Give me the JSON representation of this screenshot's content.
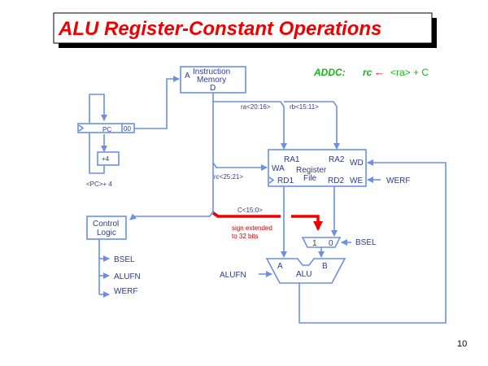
{
  "title": "ALU Register-Constant Operations",
  "page_number": "10",
  "colors": {
    "title": "#ee0000",
    "wire": "#6b8fe6",
    "highlight": "#ee0000",
    "formula": "#14b814",
    "text": "#2f3a8a"
  },
  "instruction_memory": {
    "a_label": "A",
    "label_line1": "Instruction",
    "label_line2": "Memory",
    "d_label": "D"
  },
  "pc": {
    "label": "PC",
    "suffix": "00",
    "plus4": "+4",
    "pc_plus4": "<PC>+ 4"
  },
  "fields": {
    "ra": "ra<20:16>",
    "rb": "rb<15:11>",
    "rc": "rc<25:21>",
    "c": "C<15:0>",
    "sign_ext_line1": "sign extended",
    "sign_ext_line2": "to 32 bits"
  },
  "register_file": {
    "ra1": "RA1",
    "ra2": "RA2",
    "wa": "WA",
    "wd": "WD",
    "name_line1": "Register",
    "name_line2": "File",
    "rd1": "RD1",
    "rd2": "RD2",
    "we": "WE",
    "werf_in": "WERF"
  },
  "control": {
    "label_line1": "Control",
    "label_line2": "Logic",
    "outputs": [
      "BSEL",
      "ALUFN",
      "WERF"
    ]
  },
  "mux": {
    "in1": "1",
    "in0": "0",
    "sel": "BSEL"
  },
  "alu": {
    "a": "A",
    "b": "B",
    "name": "ALU",
    "fn_in": "ALUFN"
  },
  "formula": {
    "op": "ADDC:",
    "rc": "rc",
    "arrow": "←",
    "rhs": "<ra> + C"
  }
}
